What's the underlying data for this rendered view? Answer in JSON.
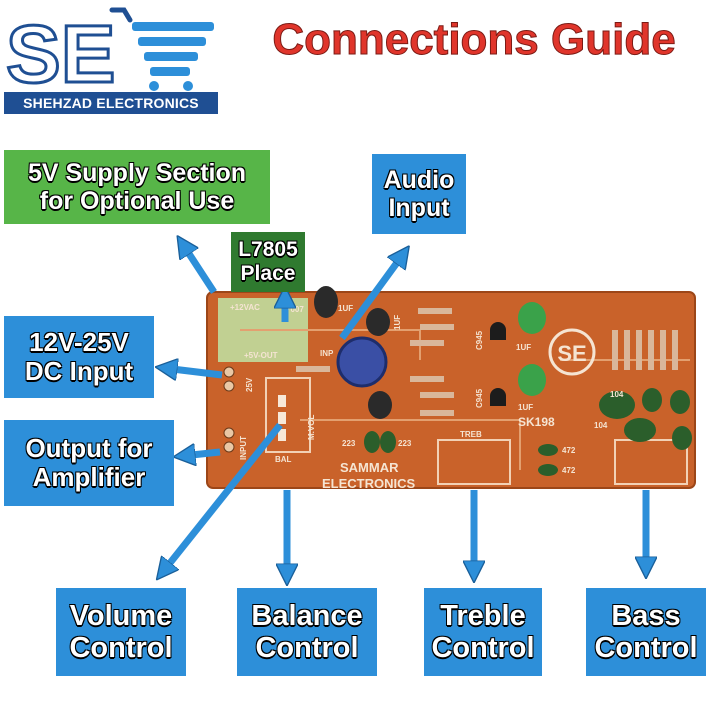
{
  "header": {
    "logo_letters": "SE",
    "logo_strip": "SHEHZAD ELECTRONICS",
    "title": "Connections Guide"
  },
  "board": {
    "maker_line1": "SAMMAR",
    "maker_line2": "ELECTRONICS",
    "model": "SK198",
    "logo": "SE",
    "silk": {
      "v12ac": "+12VAC",
      "v5out": "+5V-OUT",
      "inp": "INP",
      "v25": "25V",
      "input": "INPUT",
      "mvol": "M.VOL",
      "bal": "BAL",
      "treb": "TREB",
      "uf1": "1UF",
      "uf2": "1UF",
      "uf3": "1UF",
      "uf4": "1UF",
      "c945a": "C945",
      "c945b": "C945",
      "r104a": "104",
      "r104b": "104",
      "c223a": "223",
      "c223b": "223",
      "c472a": "472",
      "c472b": "472",
      "n7007": "7007"
    }
  },
  "labels": {
    "supply_5v": [
      "5V Supply Section",
      "for Optional Use"
    ],
    "audio_input": [
      "Audio",
      "Input"
    ],
    "l7805": [
      "L7805",
      "Place"
    ],
    "dc_input": [
      "12V-25V",
      "DC Input"
    ],
    "output": [
      "Output for",
      "Amplifier"
    ],
    "volume": [
      "Volume",
      "Control"
    ],
    "balance": [
      "Balance",
      "Control"
    ],
    "treble": [
      "Treble",
      "Control"
    ],
    "bass": [
      "Bass",
      "Control"
    ]
  },
  "colors": {
    "title_red": "#e0352b",
    "label_blue": "#2d8fd9",
    "label_green": "#57b548",
    "board_orange": "#c9622a",
    "strip_blue": "#1f4f93"
  }
}
